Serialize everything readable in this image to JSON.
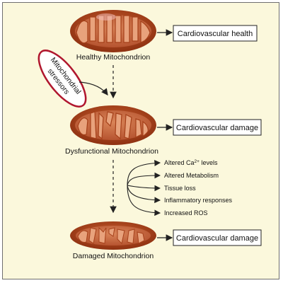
{
  "stages": {
    "healthy": {
      "label": "Healthy Mitochondrion",
      "outcome": "Cardiovascular health"
    },
    "dysfunctional": {
      "label": "Dysfunctional Mitochondrion",
      "outcome": "Cardiovascular damage"
    },
    "damaged": {
      "label": "Damaged Mitochondrion",
      "outcome": "Cardiovascular damage"
    }
  },
  "stressors": {
    "line1": "Mitochondrial",
    "line2": "stressors"
  },
  "effects": [
    {
      "pre": "Altered Ca",
      "sup": "2+",
      "post": " levels"
    },
    {
      "pre": "Altered Metabolism",
      "sup": "",
      "post": ""
    },
    {
      "pre": "Tissue loss",
      "sup": "",
      "post": ""
    },
    {
      "pre": "Inflammatory responses",
      "sup": "",
      "post": ""
    },
    {
      "pre": "Increased ROS",
      "sup": "",
      "post": ""
    }
  ],
  "colors": {
    "background": "#fbf8dc",
    "outer_membrane": "#b3471d",
    "inner_matrix": "#c96a3f",
    "cristae": "#e59a74",
    "stressor_border": "#b0172e"
  }
}
